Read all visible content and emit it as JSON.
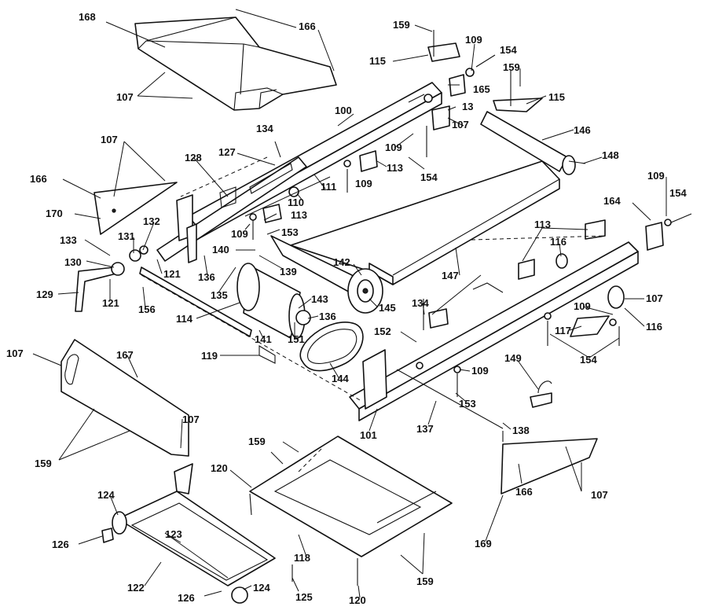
{
  "diagram": {
    "labels": [
      {
        "id": "l1",
        "text": "168"
      },
      {
        "id": "l2",
        "text": "166"
      },
      {
        "id": "l3",
        "text": "107"
      },
      {
        "id": "l4",
        "text": "159"
      },
      {
        "id": "l5",
        "text": "109"
      },
      {
        "id": "l6",
        "text": "154"
      },
      {
        "id": "l7",
        "text": "115"
      },
      {
        "id": "l8",
        "text": "165"
      },
      {
        "id": "l9",
        "text": "159"
      },
      {
        "id": "l10",
        "text": "115"
      },
      {
        "id": "l11",
        "text": "13"
      },
      {
        "id": "l12",
        "text": "107"
      },
      {
        "id": "l13",
        "text": "100"
      },
      {
        "id": "l14",
        "text": "146"
      },
      {
        "id": "l15",
        "text": "134"
      },
      {
        "id": "l16",
        "text": "109"
      },
      {
        "id": "l17",
        "text": "148"
      },
      {
        "id": "l18",
        "text": "107"
      },
      {
        "id": "l19",
        "text": "128"
      },
      {
        "id": "l20",
        "text": "127"
      },
      {
        "id": "l21",
        "text": "113"
      },
      {
        "id": "l22",
        "text": "154"
      },
      {
        "id": "l23",
        "text": "109"
      },
      {
        "id": "l24",
        "text": "166"
      },
      {
        "id": "l25",
        "text": "111"
      },
      {
        "id": "l26",
        "text": "109"
      },
      {
        "id": "l27",
        "text": "110"
      },
      {
        "id": "l28",
        "text": "154"
      },
      {
        "id": "l29",
        "text": "164"
      },
      {
        "id": "l30",
        "text": "170"
      },
      {
        "id": "l31",
        "text": "113"
      },
      {
        "id": "l32",
        "text": "132"
      },
      {
        "id": "l33",
        "text": "109"
      },
      {
        "id": "l34",
        "text": "153"
      },
      {
        "id": "l35",
        "text": "113"
      },
      {
        "id": "l36",
        "text": "133"
      },
      {
        "id": "l37",
        "text": "131"
      },
      {
        "id": "l38",
        "text": "116"
      },
      {
        "id": "l39",
        "text": "140"
      },
      {
        "id": "l40",
        "text": "130"
      },
      {
        "id": "l41",
        "text": "121"
      },
      {
        "id": "l42",
        "text": "136"
      },
      {
        "id": "l43",
        "text": "139"
      },
      {
        "id": "l44",
        "text": "142"
      },
      {
        "id": "l45",
        "text": "147"
      },
      {
        "id": "l46",
        "text": "129"
      },
      {
        "id": "l47",
        "text": "121"
      },
      {
        "id": "l48",
        "text": "135"
      },
      {
        "id": "l49",
        "text": "143"
      },
      {
        "id": "l50",
        "text": "145"
      },
      {
        "id": "l51",
        "text": "107"
      },
      {
        "id": "l52",
        "text": "156"
      },
      {
        "id": "l53",
        "text": "134"
      },
      {
        "id": "l54",
        "text": "109"
      },
      {
        "id": "l55",
        "text": "116"
      },
      {
        "id": "l56",
        "text": "114"
      },
      {
        "id": "l57",
        "text": "136"
      },
      {
        "id": "l58",
        "text": "117"
      },
      {
        "id": "l59",
        "text": "141"
      },
      {
        "id": "l60",
        "text": "151"
      },
      {
        "id": "l61",
        "text": "152"
      },
      {
        "id": "l62",
        "text": "154"
      },
      {
        "id": "l63",
        "text": "107"
      },
      {
        "id": "l64",
        "text": "167"
      },
      {
        "id": "l65",
        "text": "119"
      },
      {
        "id": "l66",
        "text": "144"
      },
      {
        "id": "l67",
        "text": "109"
      },
      {
        "id": "l68",
        "text": "149"
      },
      {
        "id": "l69",
        "text": "153"
      },
      {
        "id": "l70",
        "text": "101"
      },
      {
        "id": "l71",
        "text": "137"
      },
      {
        "id": "l72",
        "text": "138"
      },
      {
        "id": "l73",
        "text": "107"
      },
      {
        "id": "l74",
        "text": "159"
      },
      {
        "id": "l75",
        "text": "159"
      },
      {
        "id": "l76",
        "text": "120"
      },
      {
        "id": "l77",
        "text": "124"
      },
      {
        "id": "l78",
        "text": "107"
      },
      {
        "id": "l79",
        "text": "166"
      },
      {
        "id": "l80",
        "text": "123"
      },
      {
        "id": "l81",
        "text": "126"
      },
      {
        "id": "l82",
        "text": "169"
      },
      {
        "id": "l83",
        "text": "118"
      },
      {
        "id": "l84",
        "text": "159"
      },
      {
        "id": "l85",
        "text": "122"
      },
      {
        "id": "l86",
        "text": "126"
      },
      {
        "id": "l87",
        "text": "124"
      },
      {
        "id": "l88",
        "text": "125"
      },
      {
        "id": "l89",
        "text": "120"
      }
    ]
  }
}
